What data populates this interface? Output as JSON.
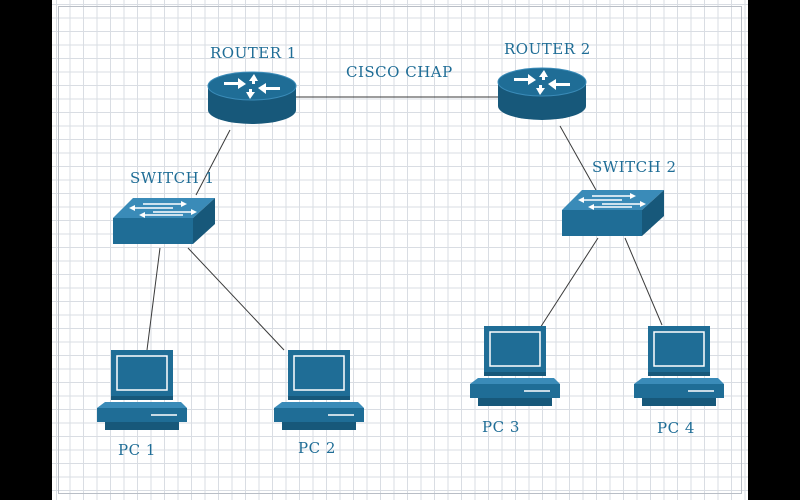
{
  "colors": {
    "device": "#1f6d96",
    "device_dark": "#17587a",
    "device_light": "#3a8bb8",
    "label": "#1f6d96",
    "link": "#3a3a3a"
  },
  "diagram": {
    "link_label": "CISCO CHAP",
    "nodes": {
      "router1": {
        "label": "ROUTER 1",
        "icon": "router-icon"
      },
      "router2": {
        "label": "ROUTER 2",
        "icon": "router-icon"
      },
      "switch1": {
        "label": "SWITCH 1",
        "icon": "switch-icon"
      },
      "switch2": {
        "label": "SWITCH 2",
        "icon": "switch-icon"
      },
      "pc1": {
        "label": "PC 1",
        "icon": "pc-icon"
      },
      "pc2": {
        "label": "PC 2",
        "icon": "pc-icon"
      },
      "pc3": {
        "label": "PC 3",
        "icon": "pc-icon"
      },
      "pc4": {
        "label": "PC 4",
        "icon": "pc-icon"
      }
    },
    "links": [
      {
        "from": "router1",
        "to": "router2",
        "label": "CISCO CHAP"
      },
      {
        "from": "router1",
        "to": "switch1"
      },
      {
        "from": "router2",
        "to": "switch2"
      },
      {
        "from": "switch1",
        "to": "pc1"
      },
      {
        "from": "switch1",
        "to": "pc2"
      },
      {
        "from": "switch2",
        "to": "pc3"
      },
      {
        "from": "switch2",
        "to": "pc4"
      }
    ]
  }
}
